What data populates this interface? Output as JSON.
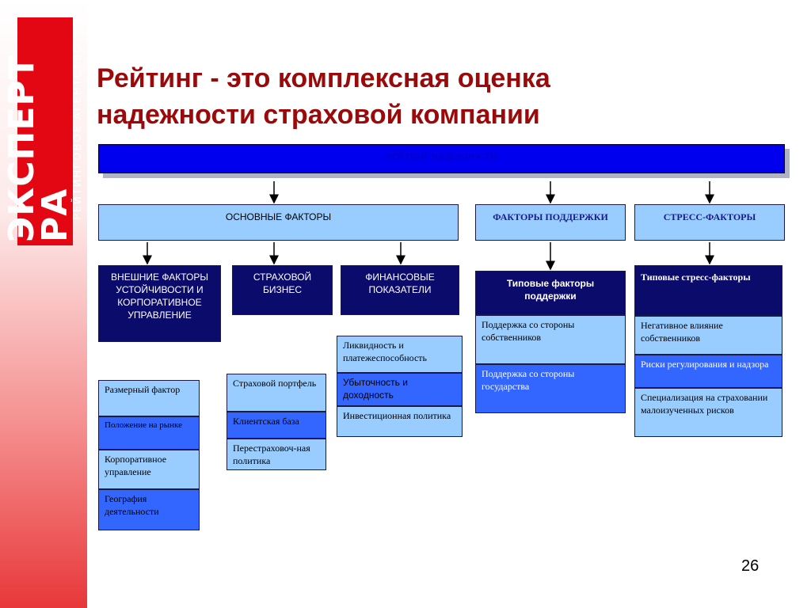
{
  "logo": {
    "main": "ЭКСПЕРТ РА",
    "sub": "РЕЙТИНГОВОЕ АГЕНТСТВО"
  },
  "title": "Рейтинг - это комплексная оценка надежности страховой компании",
  "page_number": "26",
  "top": "РЕЙТИНГ НАДЕЖНОСТИ",
  "main_factors": {
    "header": "ОСНОВНЫЕ ФАКТОРЫ",
    "external": "ВНЕШНИЕ ФАКТОРЫ УСТОЙЧИВОСТИ И КОРПОРАТИВНОЕ УПРАВЛЕНИЕ",
    "insurance": "СТРАХОВОЙ БИЗНЕС",
    "financial": "ФИНАНСОВЫЕ ПОКАЗАТЕЛИ",
    "external_items": [
      "Размерный фактор",
      "Положение на рынке",
      "Корпоративное управление",
      "География деятельности"
    ],
    "insurance_items": [
      "Страховой портфель",
      "Клиентская база",
      "Перестраховоч-ная политика"
    ],
    "financial_items": [
      "Ликвидность и платежеспособность",
      "Убыточность и доходность",
      "Инвестиционная политика"
    ]
  },
  "support": {
    "header": "ФАКТОРЫ ПОДДЕРЖКИ",
    "typical": "Типовые факторы поддержки",
    "items": [
      "Поддержка со стороны собственников",
      "Поддержка со стороны государства"
    ]
  },
  "stress": {
    "header": "СТРЕСС-ФАКТОРЫ",
    "typical": "Типовые стресс-факторы",
    "items": [
      "Негативное влияние собственников",
      "Риски регулирования и надзора",
      "Специализация на страховании малоизученных рисков"
    ]
  }
}
